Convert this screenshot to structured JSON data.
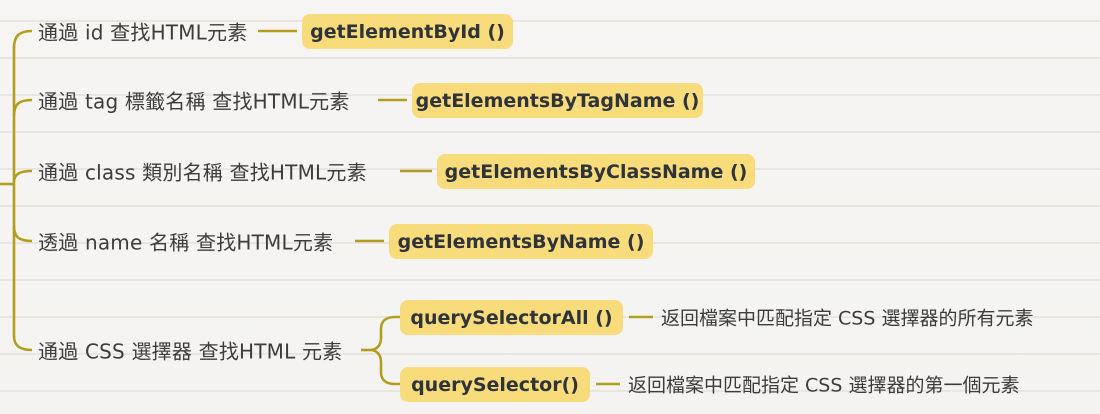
{
  "meta": {
    "app": "mindmap",
    "root_topic_offscreen": true
  },
  "colors": {
    "background": "#f5f4f2",
    "rule_line": "#e9e6e2",
    "branch_line": "#b29d1e",
    "node_fill": "#f8db7a",
    "node_text": "#2f333a",
    "label_text": "#3c3c3c"
  },
  "tree": {
    "branches": [
      {
        "label": "通過 id 查找HTML元素",
        "method": "getElementById ()"
      },
      {
        "label": "通過 tag 標籤名稱 查找HTML元素",
        "method": "getElementsByTagName ()"
      },
      {
        "label": "通過 class 類別名稱 查找HTML元素",
        "method": "getElementsByClassName ()"
      },
      {
        "label": "透過 name 名稱 查找HTML元素",
        "method": "getElementsByName ()"
      },
      {
        "label": "通過 CSS 選擇器 查找HTML 元素",
        "children": [
          {
            "method": "querySelectorAll ()",
            "description": "返回檔案中匹配指定 CSS 選擇器的所有元素"
          },
          {
            "method": "querySelector()",
            "description": "返回檔案中匹配指定 CSS 選擇器的第一個元素"
          }
        ]
      }
    ]
  }
}
